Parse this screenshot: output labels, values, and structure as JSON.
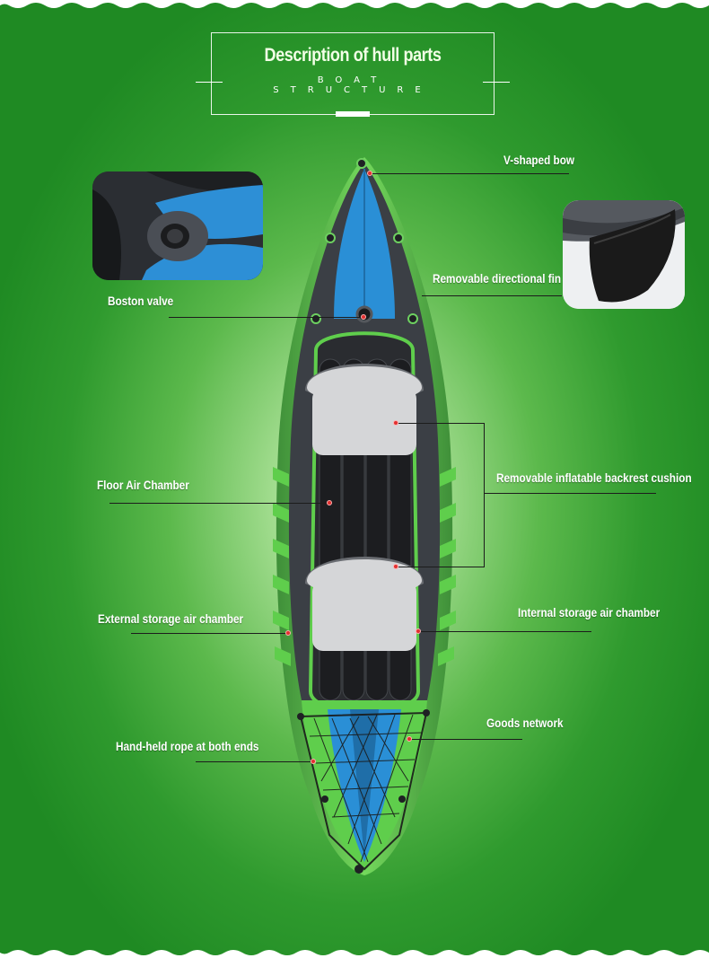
{
  "header": {
    "title": "Description of hull parts",
    "subtitle": "BOAT STRUCTURE"
  },
  "labels": {
    "v_shaped_bow": "V-shaped bow",
    "directional_fin": "Removable directional fin",
    "boston_valve": "Boston valve",
    "floor_air_chamber": "Floor Air Chamber",
    "backrest_cushion": "Removable inflatable backrest cushion",
    "external_storage": "External storage air chamber",
    "internal_storage": "Internal storage air chamber",
    "goods_network": "Goods network",
    "hand_rope": "Hand-held rope at both ends"
  },
  "colors": {
    "background": "#2f9a2e",
    "kayak_green": "#5fce4c",
    "kayak_gray": "#3b3f45",
    "kayak_blue": "#2a8fd6",
    "seat": "#d5d6d8",
    "marker": "#e23030"
  }
}
